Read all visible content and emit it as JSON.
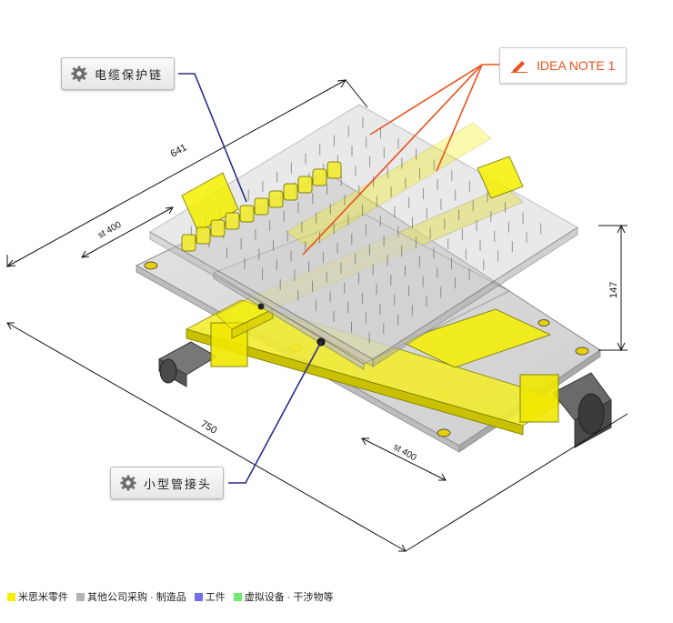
{
  "callouts": {
    "cable_chain": "电缆保护链",
    "small_fitting": "小型管接头",
    "idea_note": "IDEA NOTE 1"
  },
  "dimensions": {
    "width_top": "641",
    "stroke_upper": "st 400",
    "height": "147",
    "width_bottom": "750",
    "stroke_lower": "st 400"
  },
  "legend": [
    {
      "label": "米思米零件",
      "color": "#f5f000"
    },
    {
      "label": "其他公司采购 · 制造品",
      "color": "#b4b4b4"
    },
    {
      "label": "工件",
      "color": "#6f6fe8"
    },
    {
      "label": "虚拟设备 ·  干涉物等",
      "color": "#6fe86f"
    }
  ],
  "colors": {
    "leader_blue": "#2a2a8c",
    "leader_orange": "#e8531f",
    "misumi_yellow": "#f5f000"
  }
}
